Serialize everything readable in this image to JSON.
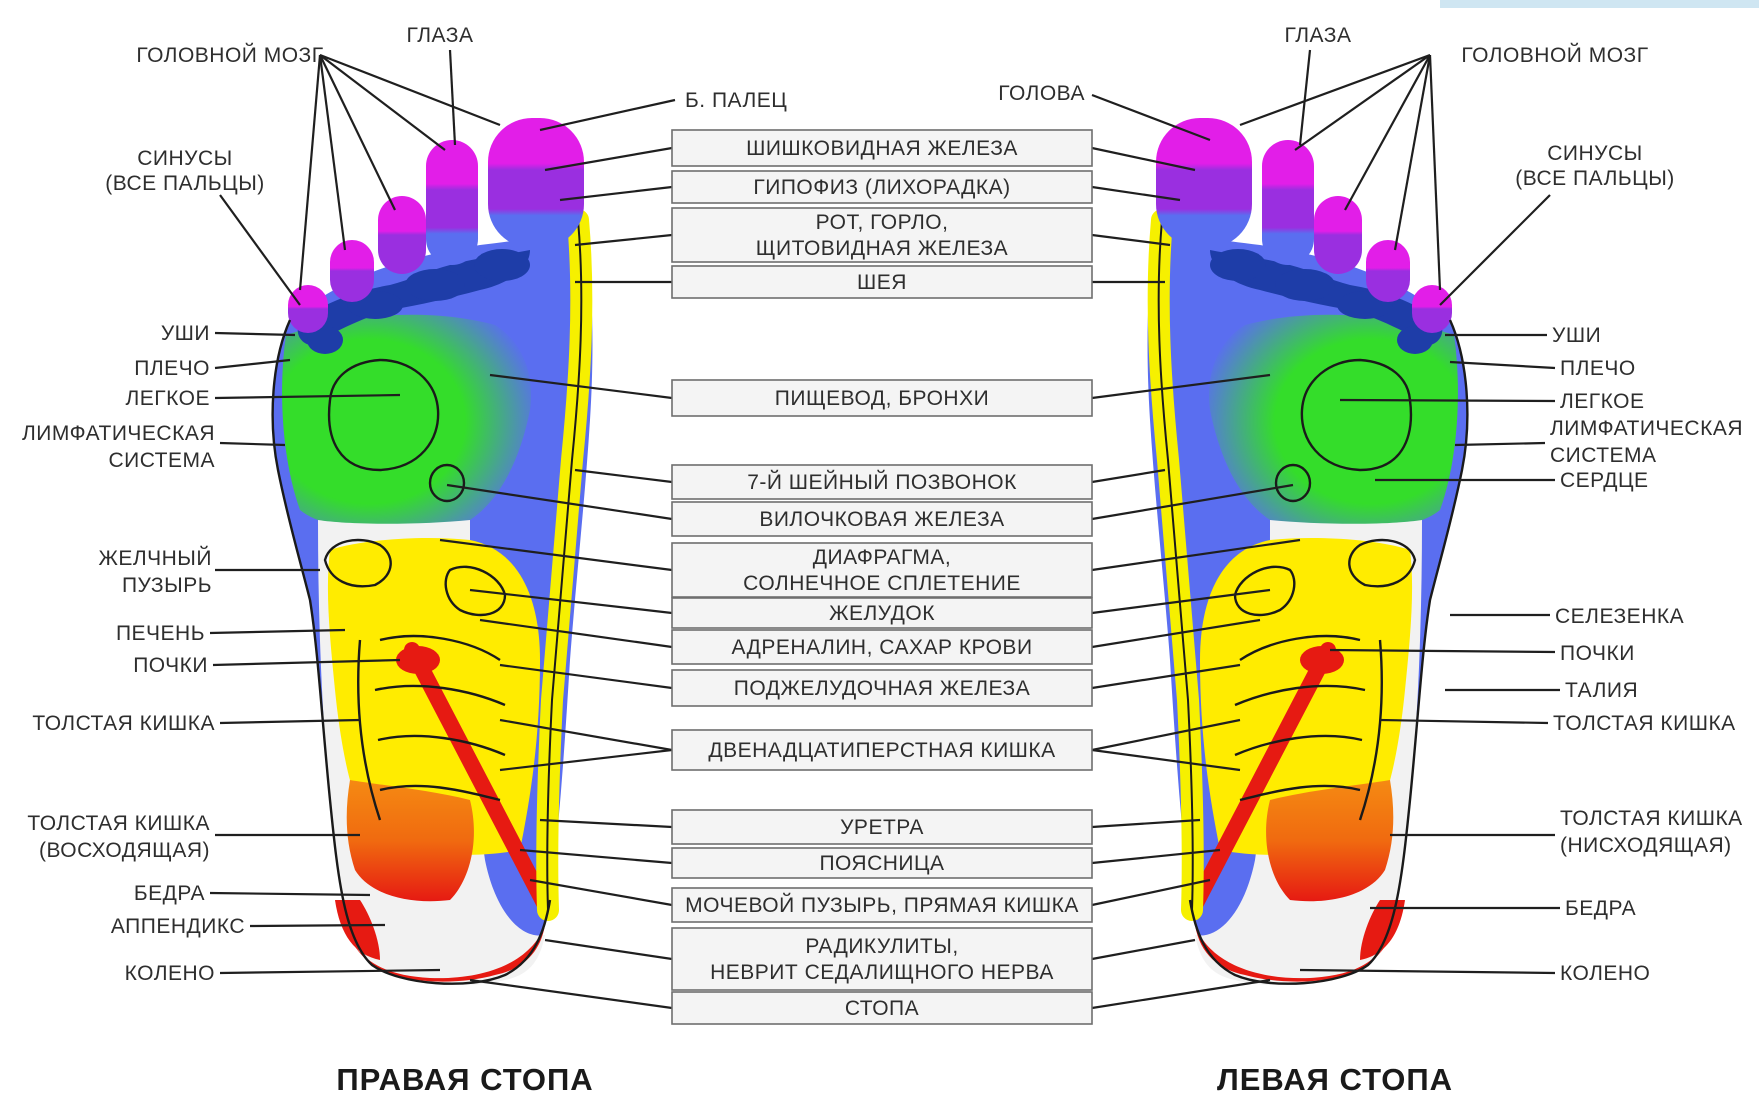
{
  "accent_colors": {
    "toes_tip": "#e21ee8",
    "toes_base": "#9a2fe0",
    "head_blue": "#5a6ef0",
    "dark_blue": "#1e3da8",
    "lung_green": "#34dd2a",
    "spine_yellow": "#f6f000",
    "intestine_yellow": "#ffec00",
    "orange": "#f58a12",
    "red": "#e61a12",
    "heel_white": "#f3f3f3"
  },
  "titles": {
    "right_foot": "ПРАВАЯ СТОПА",
    "left_foot": "ЛЕВАЯ СТОПА"
  },
  "center_boxes": [
    {
      "lines": [
        "ШИШКОВИДНАЯ ЖЕЛЕЗА"
      ]
    },
    {
      "lines": [
        "ГИПОФИЗ (ЛИХОРАДКА)"
      ]
    },
    {
      "lines": [
        "РОТ, ГОРЛО,",
        "ЩИТОВИДНАЯ ЖЕЛЕЗА"
      ]
    },
    {
      "lines": [
        "ШЕЯ"
      ]
    },
    {
      "lines": [
        "ПИЩЕВОД, БРОНХИ"
      ]
    },
    {
      "lines": [
        "7-Й ШЕЙНЫЙ ПОЗВОНОК"
      ]
    },
    {
      "lines": [
        "ВИЛОЧКОВАЯ ЖЕЛЕЗА"
      ]
    },
    {
      "lines": [
        "ДИАФРАГМА,",
        "СОЛНЕЧНОЕ СПЛЕТЕНИЕ"
      ]
    },
    {
      "lines": [
        "ЖЕЛУДОК"
      ]
    },
    {
      "lines": [
        "АДРЕНАЛИН, САХАР КРОВИ"
      ]
    },
    {
      "lines": [
        "ПОДЖЕЛУДОЧНАЯ ЖЕЛЕЗА"
      ]
    },
    {
      "lines": [
        "ДВЕНАДЦАТИПЕРСТНАЯ КИШКА"
      ]
    },
    {
      "lines": [
        "УРЕТРА"
      ]
    },
    {
      "lines": [
        "ПОЯСНИЦА"
      ]
    },
    {
      "lines": [
        "МОЧЕВОЙ ПУЗЫРЬ, ПРЯМАЯ КИШКА"
      ]
    },
    {
      "lines": [
        "РАДИКУЛИТЫ,",
        "НЕВРИТ СЕДАЛИЩНОГО НЕРВА"
      ]
    },
    {
      "lines": [
        "СТОПА"
      ]
    }
  ],
  "right_foot_labels": [
    {
      "lines": [
        "ГЛАЗА"
      ]
    },
    {
      "lines": [
        "ГОЛОВНОЙ МОЗГ"
      ]
    },
    {
      "lines": [
        "СИНУСЫ",
        "(ВСЕ ПАЛЬЦЫ)"
      ]
    },
    {
      "lines": [
        "Б. ПАЛЕЦ"
      ]
    },
    {
      "lines": [
        "УШИ"
      ]
    },
    {
      "lines": [
        "ПЛЕЧО"
      ]
    },
    {
      "lines": [
        "ЛЕГКОЕ"
      ]
    },
    {
      "lines": [
        "ЛИМФАТИЧЕСКАЯ",
        "СИСТЕМА"
      ]
    },
    {
      "lines": [
        "ЖЕЛЧНЫЙ",
        "ПУЗЫРЬ"
      ]
    },
    {
      "lines": [
        "ПЕЧЕНЬ"
      ]
    },
    {
      "lines": [
        "ПОЧКИ"
      ]
    },
    {
      "lines": [
        "ТОЛСТАЯ КИШКА"
      ]
    },
    {
      "lines": [
        "ТОЛСТАЯ КИШКА",
        "(ВОСХОДЯЩАЯ)"
      ]
    },
    {
      "lines": [
        "БЕДРА"
      ]
    },
    {
      "lines": [
        "АППЕНДИКС"
      ]
    },
    {
      "lines": [
        "КОЛЕНО"
      ]
    }
  ],
  "left_foot_labels": [
    {
      "lines": [
        "ГЛАЗА"
      ]
    },
    {
      "lines": [
        "ГОЛОВНОЙ МОЗГ"
      ]
    },
    {
      "lines": [
        "ГОЛОВА"
      ]
    },
    {
      "lines": [
        "СИНУСЫ",
        "(ВСЕ ПАЛЬЦЫ)"
      ]
    },
    {
      "lines": [
        "УШИ"
      ]
    },
    {
      "lines": [
        "ПЛЕЧО"
      ]
    },
    {
      "lines": [
        "ЛЕГКОЕ"
      ]
    },
    {
      "lines": [
        "ЛИМФАТИЧЕСКАЯ",
        "СИСТЕМА"
      ]
    },
    {
      "lines": [
        "СЕРДЦЕ"
      ]
    },
    {
      "lines": [
        "СЕЛЕЗЕНКА"
      ]
    },
    {
      "lines": [
        "ПОЧКИ"
      ]
    },
    {
      "lines": [
        "ТАЛИЯ"
      ]
    },
    {
      "lines": [
        "ТОЛСТАЯ КИШКА"
      ]
    },
    {
      "lines": [
        "ТОЛСТАЯ КИШКА",
        "(НИСХОДЯЩАЯ)"
      ]
    },
    {
      "lines": [
        "БЕДРА"
      ]
    },
    {
      "lines": [
        "КОЛЕНО"
      ]
    }
  ]
}
